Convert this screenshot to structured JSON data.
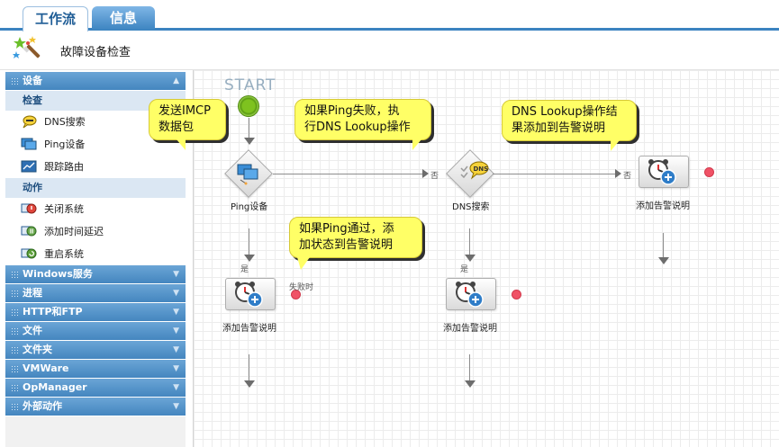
{
  "tabs": [
    {
      "label": "工作流",
      "active": true
    },
    {
      "label": "信息",
      "active": false
    }
  ],
  "header": {
    "title": "故障设备检查",
    "icon": "magic-wand-icon"
  },
  "sidebar": {
    "device_section": "设备",
    "check_group": "检查",
    "check_items": [
      "DNS搜索",
      "Ping设备",
      "跟踪路由"
    ],
    "action_group": "动作",
    "action_items": [
      "关闭系统",
      "添加时间延迟",
      "重启系统"
    ],
    "collapsed_sections": [
      "Windows服务",
      "进程",
      "HTTP和FTP",
      "文件",
      "文件夹",
      "VMWare",
      "OpManager",
      "外部动作"
    ]
  },
  "canvas": {
    "start_label": "START",
    "nodes": {
      "ping": "Ping设备",
      "dns": "DNS搜索",
      "alarm1": "添加告警说明",
      "alarm2": "添加告警说明",
      "alarm3": "添加告警说明"
    },
    "edge_labels": {
      "no1": "否",
      "no2": "否",
      "yes1": "是",
      "yes2": "是",
      "fail": "失败时"
    },
    "notes": {
      "n1": [
        "发送IMCP",
        "数据包"
      ],
      "n2": [
        "如果Ping失败，执",
        "行DNS Lookup操作"
      ],
      "n3": [
        "DNS Lookup操作结",
        "果添加到告警说明"
      ],
      "n4": [
        "如果Ping通过，添",
        "加状态到告警说明"
      ]
    }
  },
  "colors": {
    "accent": "#3b83c0",
    "section_header": "#4f8fc6",
    "note": "#ffff66",
    "start": "#7ec21f",
    "end_dot": "#f05266"
  }
}
